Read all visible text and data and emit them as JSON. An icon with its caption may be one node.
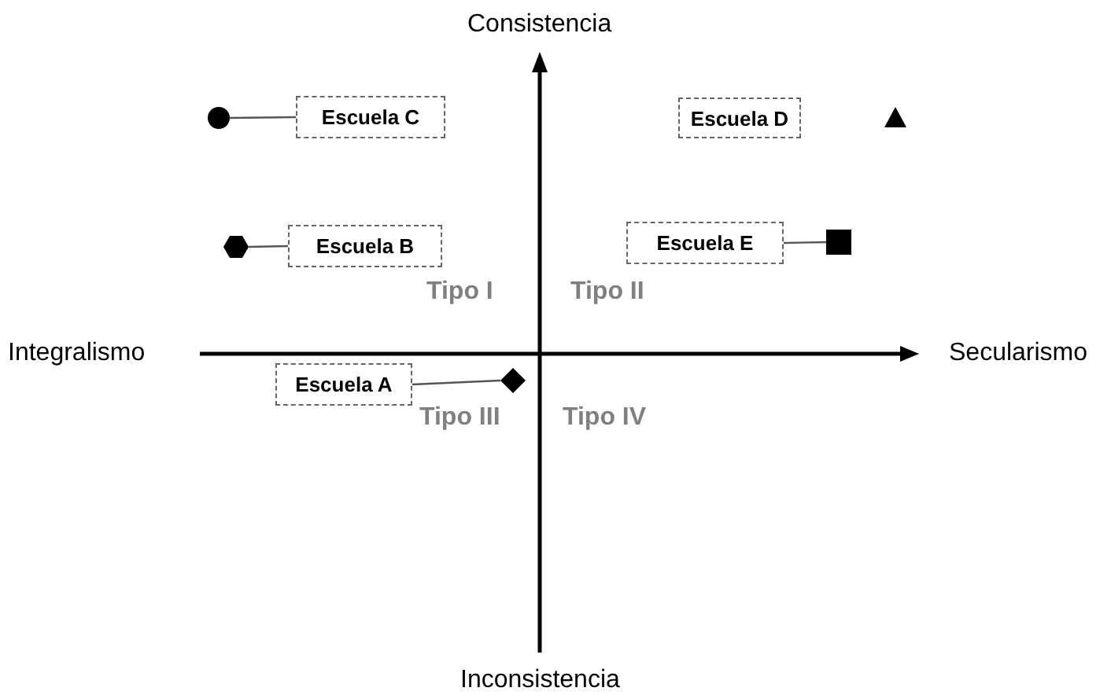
{
  "diagram": {
    "nodes": [
      {
        "text": [],
        "shape": "circle"
      },
      {
        "text": [
          "Escuela C"
        ]
      },
      {
        "text": [
          "Escuela D"
        ]
      },
      {
        "text": [],
        "shape": "triangle"
      },
      {
        "text": [],
        "shape": "hexagon"
      },
      {
        "text": [
          "Escuela B"
        ]
      },
      {
        "text": [
          "Escuela E"
        ]
      },
      {
        "text": [],
        "shape": "square"
      },
      {
        "text": [
          "Escuela A"
        ]
      },
      {
        "text": [],
        "shape": "diamond"
      }
    ],
    "edges": [
      {
        "from": 1,
        "to": 0,
        "arrow": "none"
      },
      {
        "from": 5,
        "to": 4,
        "arrow": "none"
      },
      {
        "from": 6,
        "to": 7,
        "arrow": "none"
      },
      {
        "from": 8,
        "to": 9,
        "arrow": "none"
      }
    ],
    "labels": [
      "Consistencia",
      "Tipo I",
      "Tipo II",
      "Integralismo",
      "Secularismo",
      "Tipo III",
      "Tipo IV",
      "Inconsistencia"
    ]
  }
}
